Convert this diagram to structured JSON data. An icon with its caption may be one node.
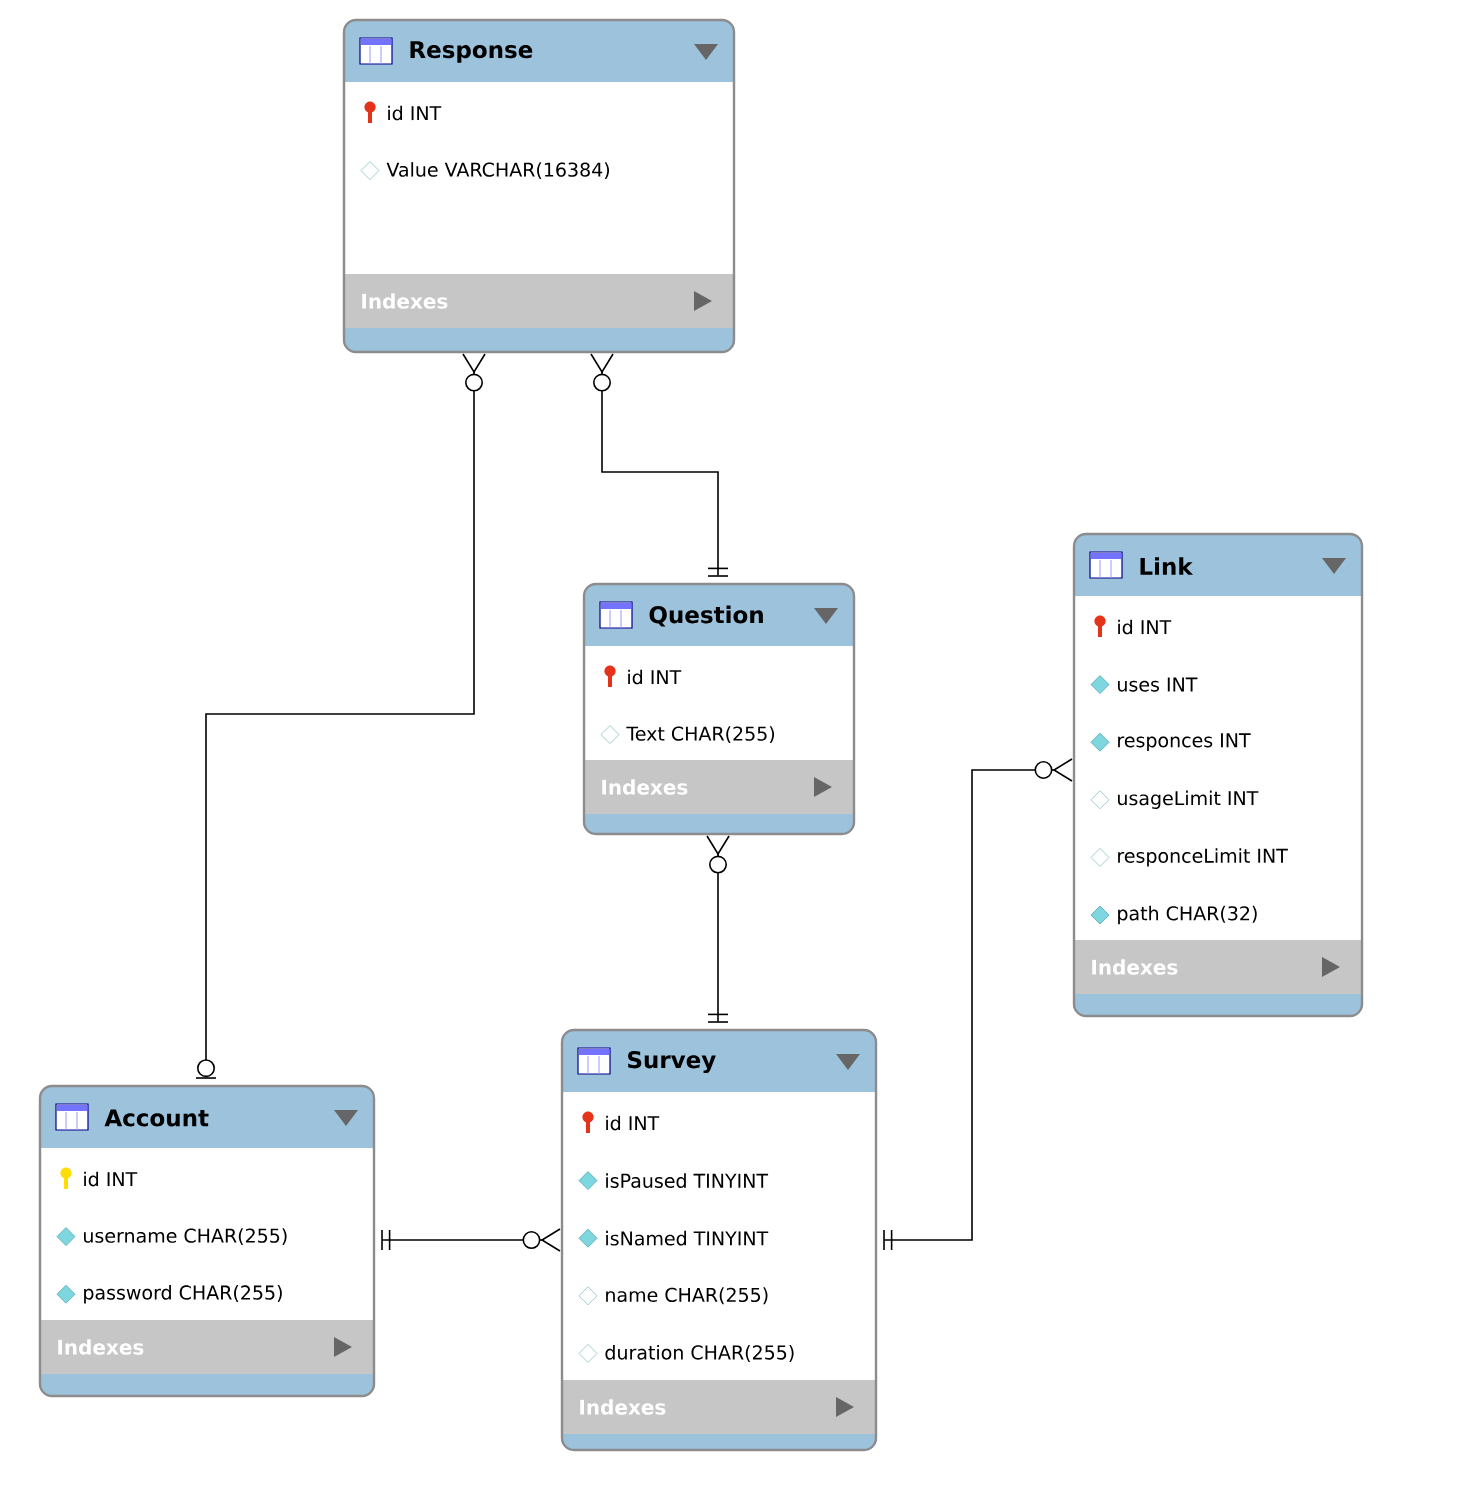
{
  "diagram": {
    "nodes": [
      {
        "text": [
          "Response",
          "id INT",
          "Value VARCHAR(16384)",
          "Indexes"
        ]
      },
      {
        "text": [
          "Link",
          "id INT",
          "uses INT",
          "responces INT",
          "usageLimit INT",
          "responceLimit INT",
          "path CHAR(32)",
          "Indexes"
        ]
      },
      {
        "text": [
          "Question",
          "id INT",
          "Text CHAR(255)",
          "Indexes"
        ]
      },
      {
        "text": [
          "Survey",
          "id INT",
          "isPaused TINYINT",
          "isNamed TINYINT",
          "name CHAR(255)",
          "duration CHAR(255)",
          "Indexes"
        ]
      },
      {
        "text": [
          "Account",
          "id INT",
          "username CHAR(255)",
          "password CHAR(255)",
          "Indexes"
        ]
      }
    ],
    "edges": [
      {
        "from": 0,
        "to": 4,
        "arrow": "other"
      },
      {
        "from": 0,
        "to": 2,
        "arrow": "other"
      },
      {
        "from": 2,
        "to": 3,
        "arrow": "other"
      },
      {
        "from": 4,
        "to": 3,
        "arrow": "other"
      },
      {
        "from": 3,
        "to": 1,
        "arrow": "other"
      }
    ]
  }
}
